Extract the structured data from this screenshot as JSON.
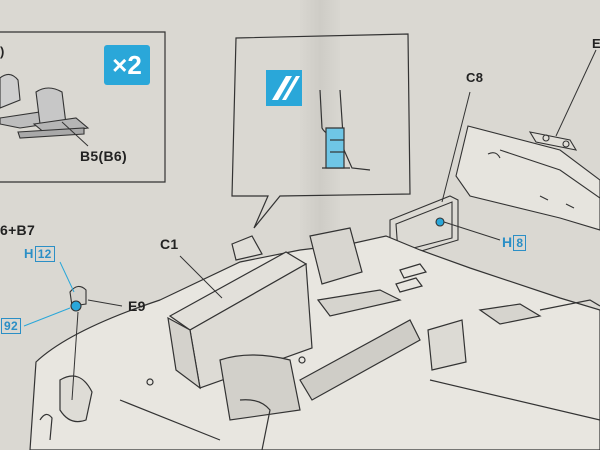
{
  "multiplier_badge": "×2",
  "labels": {
    "b5_b6": "B5(B6)",
    "b6_b7": "6+B7",
    "c1": "C1",
    "c8": "C8",
    "e9": "E9",
    "h12_prefix": "H",
    "h12_num": "12",
    "h8_prefix": "H",
    "h8_num": "8",
    "n92": "92",
    "partial_top_left": ")",
    "partial_top_right": "E"
  },
  "colors": {
    "paper": "#d8d6d0",
    "line": "#333333",
    "accent_blue": "#2aa7d9"
  }
}
